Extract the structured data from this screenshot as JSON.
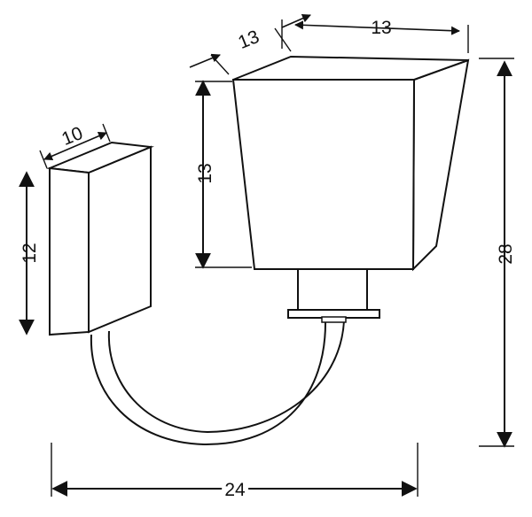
{
  "dimensions": {
    "shade_depth": "13",
    "shade_width": "13",
    "shade_height": "13",
    "base_depth": "10",
    "base_height": "12",
    "total_height": "28",
    "total_width": "24"
  },
  "colors": {
    "stroke": "#111111",
    "background": "#ffffff"
  }
}
